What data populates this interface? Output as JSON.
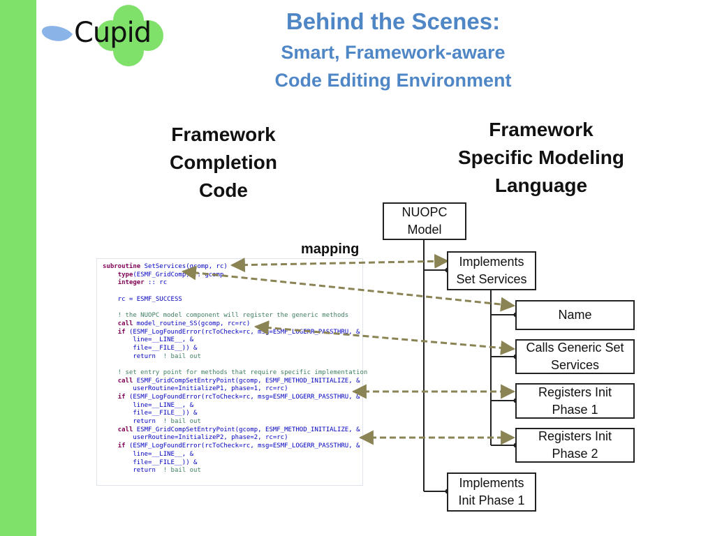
{
  "logo": {
    "text": "Cupid"
  },
  "title": {
    "line1": "Behind the Scenes:",
    "line2": "Smart, Framework-aware",
    "line3": "Code Editing Environment"
  },
  "left_heading": "Framework\nCompletion\nCode",
  "right_heading": "Framework\nSpecific Modeling\nLanguage",
  "mapping_label": "mapping",
  "tree": {
    "root": "NUOPC\nModel",
    "implements_set_services": "Implements\nSet Services",
    "name": "Name",
    "calls_generic": "Calls Generic Set\nServices",
    "registers_init_1": "Registers Init\nPhase 1",
    "registers_init_2": "Registers Init\nPhase 2",
    "implements_init_1": "Implements\nInit Phase 1"
  },
  "code_lines": [
    [
      {
        "k": "subroutine"
      },
      {
        "t": " SetServices(gcomp, rc)"
      }
    ],
    [
      {
        "t": "    "
      },
      {
        "k": "type"
      },
      {
        "t": "(ESMF_GridComp) :: gcomp"
      }
    ],
    [
      {
        "t": "    "
      },
      {
        "k": "integer"
      },
      {
        "t": " :: rc"
      }
    ],
    [
      {
        "t": ""
      }
    ],
    [
      {
        "t": "    rc = ESMF_SUCCESS"
      }
    ],
    [
      {
        "t": ""
      }
    ],
    [
      {
        "c": "    ! the NUOPC model component will register the generic methods"
      }
    ],
    [
      {
        "t": "    "
      },
      {
        "k": "call"
      },
      {
        "t": " model_routine_SS(gcomp, rc=rc)"
      }
    ],
    [
      {
        "t": "    "
      },
      {
        "k": "if"
      },
      {
        "t": " (ESMF_LogFoundError(rcToCheck=rc, msg=ESMF_LOGERR_PASSTHRU, &"
      }
    ],
    [
      {
        "t": "        line=__LINE__, &"
      }
    ],
    [
      {
        "t": "        file=__FILE__)) &"
      }
    ],
    [
      {
        "t": "        return  "
      },
      {
        "c": "! bail out"
      }
    ],
    [
      {
        "t": ""
      }
    ],
    [
      {
        "c": "    ! set entry point for methods that require specific implementation"
      }
    ],
    [
      {
        "t": "    "
      },
      {
        "k": "call"
      },
      {
        "t": " ESMF_GridCompSetEntryPoint(gcomp, ESMF_METHOD_INITIALIZE, &"
      }
    ],
    [
      {
        "t": "        userRoutine=InitializeP1, phase=1, rc=rc)"
      }
    ],
    [
      {
        "t": "    "
      },
      {
        "k": "if"
      },
      {
        "t": " (ESMF_LogFoundError(rcToCheck=rc, msg=ESMF_LOGERR_PASSTHRU, &"
      }
    ],
    [
      {
        "t": "        line=__LINE__, &"
      }
    ],
    [
      {
        "t": "        file=__FILE__)) &"
      }
    ],
    [
      {
        "t": "        return  "
      },
      {
        "c": "! bail out"
      }
    ],
    [
      {
        "t": "    "
      },
      {
        "k": "call"
      },
      {
        "t": " ESMF_GridCompSetEntryPoint(gcomp, ESMF_METHOD_INITIALIZE, &"
      }
    ],
    [
      {
        "t": "        userRoutine=InitializeP2, phase=2, rc=rc)"
      }
    ],
    [
      {
        "t": "    "
      },
      {
        "k": "if"
      },
      {
        "t": " (ESMF_LogFoundError(rcToCheck=rc, msg=ESMF_LOGERR_PASSTHRU, &"
      }
    ],
    [
      {
        "t": "        line=__LINE__, &"
      }
    ],
    [
      {
        "t": "        file=__FILE__)) &"
      }
    ],
    [
      {
        "t": "        return  "
      },
      {
        "c": "! bail out"
      }
    ]
  ],
  "colors": {
    "accent_title": "#4f86c6",
    "side_bar": "#7fe06a",
    "logo_clover": "#7fe06a",
    "logo_heart": "#8ab4e8",
    "mapping_arrow": "#8a8354"
  }
}
